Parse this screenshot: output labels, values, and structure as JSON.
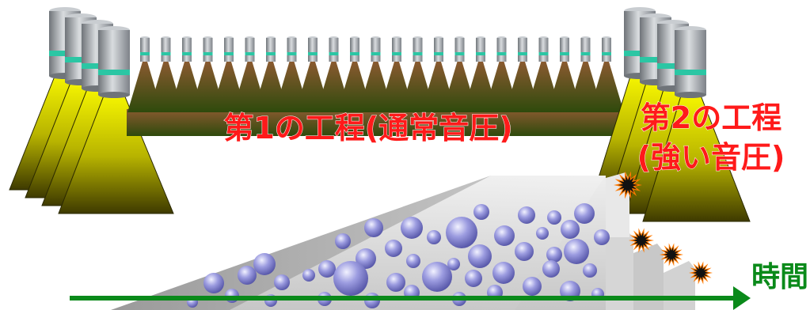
{
  "labels": {
    "step1": "第1の工程(通常音圧)",
    "step2_line1": "第2の工程",
    "step2_line2": "(強い音圧)",
    "time": "時間"
  },
  "colors": {
    "label_red": "#ff1a1a",
    "time_green": "#0a8a1a",
    "beam_yellow": "#ffff00",
    "beam_dark": "#4a4200",
    "cone_brown": "#7a4a22",
    "cone_green": "#2e4a0c",
    "nozzle_teal": "#2bc6a4",
    "nozzle_gray": "#9ea3a8",
    "slab": "#b8b8b8",
    "bubble": "#8e8ed6"
  },
  "icons": [
    "spray-nozzle-icon",
    "sound-beam-icon",
    "burst-icon",
    "time-arrow-icon"
  ]
}
